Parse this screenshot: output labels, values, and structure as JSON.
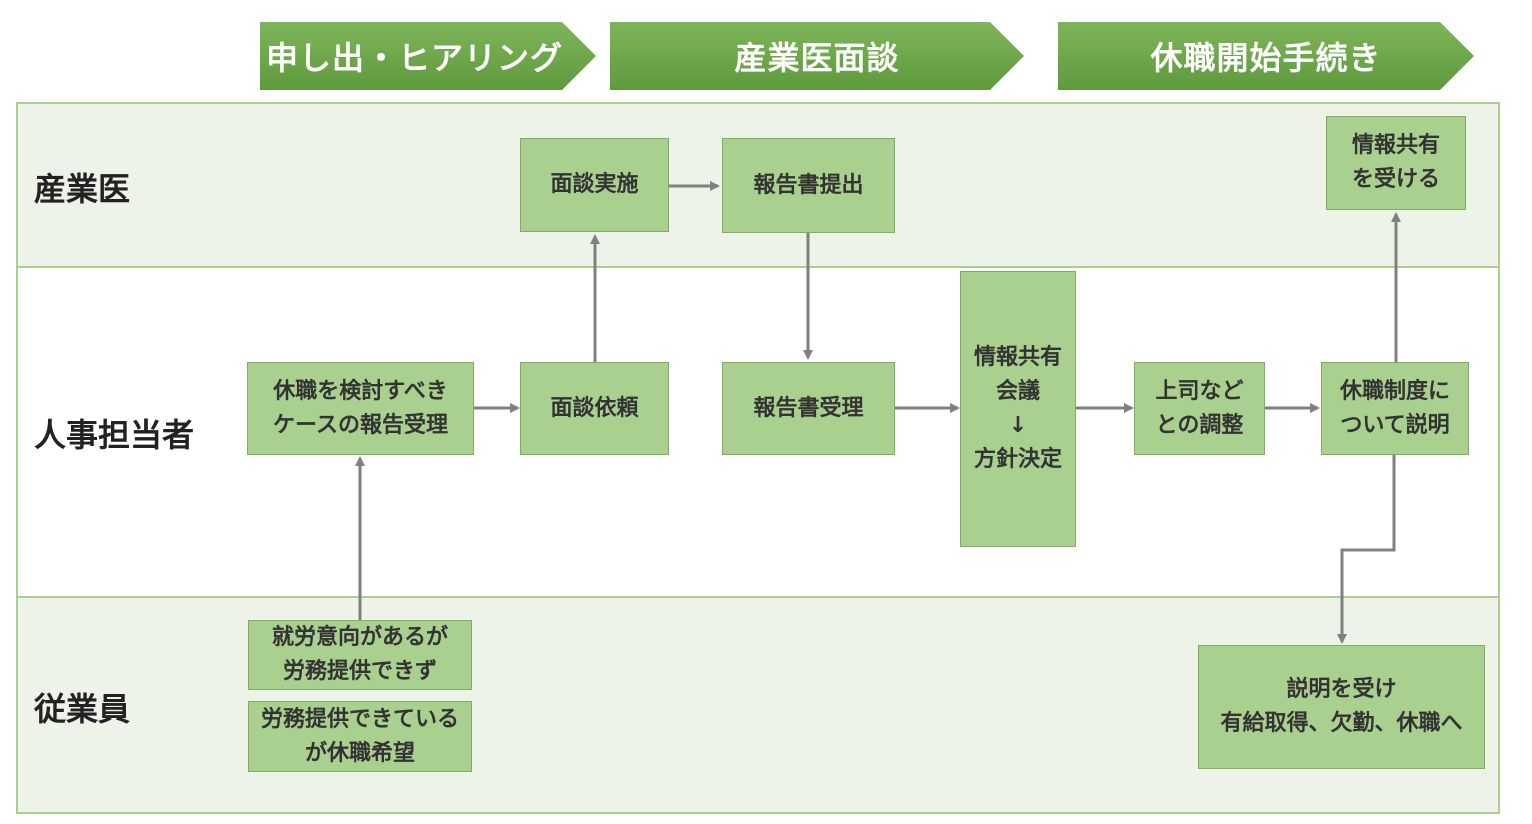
{
  "phases": [
    "申し出・ヒアリング",
    "産業医面談",
    "休職開始手続き"
  ],
  "lanes": [
    "産業医",
    "人事担当者",
    "従業員"
  ],
  "boxes": {
    "b1": [
      "面談実施"
    ],
    "b2": [
      "報告書提出"
    ],
    "b3": [
      "情報共有",
      "を受ける"
    ],
    "b4": [
      "休職を検討すべき",
      "ケースの報告受理"
    ],
    "b5": [
      "面談依頼"
    ],
    "b6": [
      "報告書受理"
    ],
    "b7": [
      "情報共有",
      "会議",
      "↓",
      "方針決定"
    ],
    "b8": [
      "上司など",
      "との調整"
    ],
    "b9": [
      "休職制度に",
      "ついて説明"
    ],
    "b10": [
      "就労意向があるが",
      "労務提供できず"
    ],
    "b11": [
      "労務提供できている",
      "が休職希望"
    ],
    "b12": [
      "説明を受け",
      "有給取得、欠勤、休職へ"
    ]
  },
  "colors": {
    "header_green": "#5f9a3d",
    "box_green": "#a9d08e",
    "lane_bg": "#eef3ea",
    "connector": "#808080"
  }
}
